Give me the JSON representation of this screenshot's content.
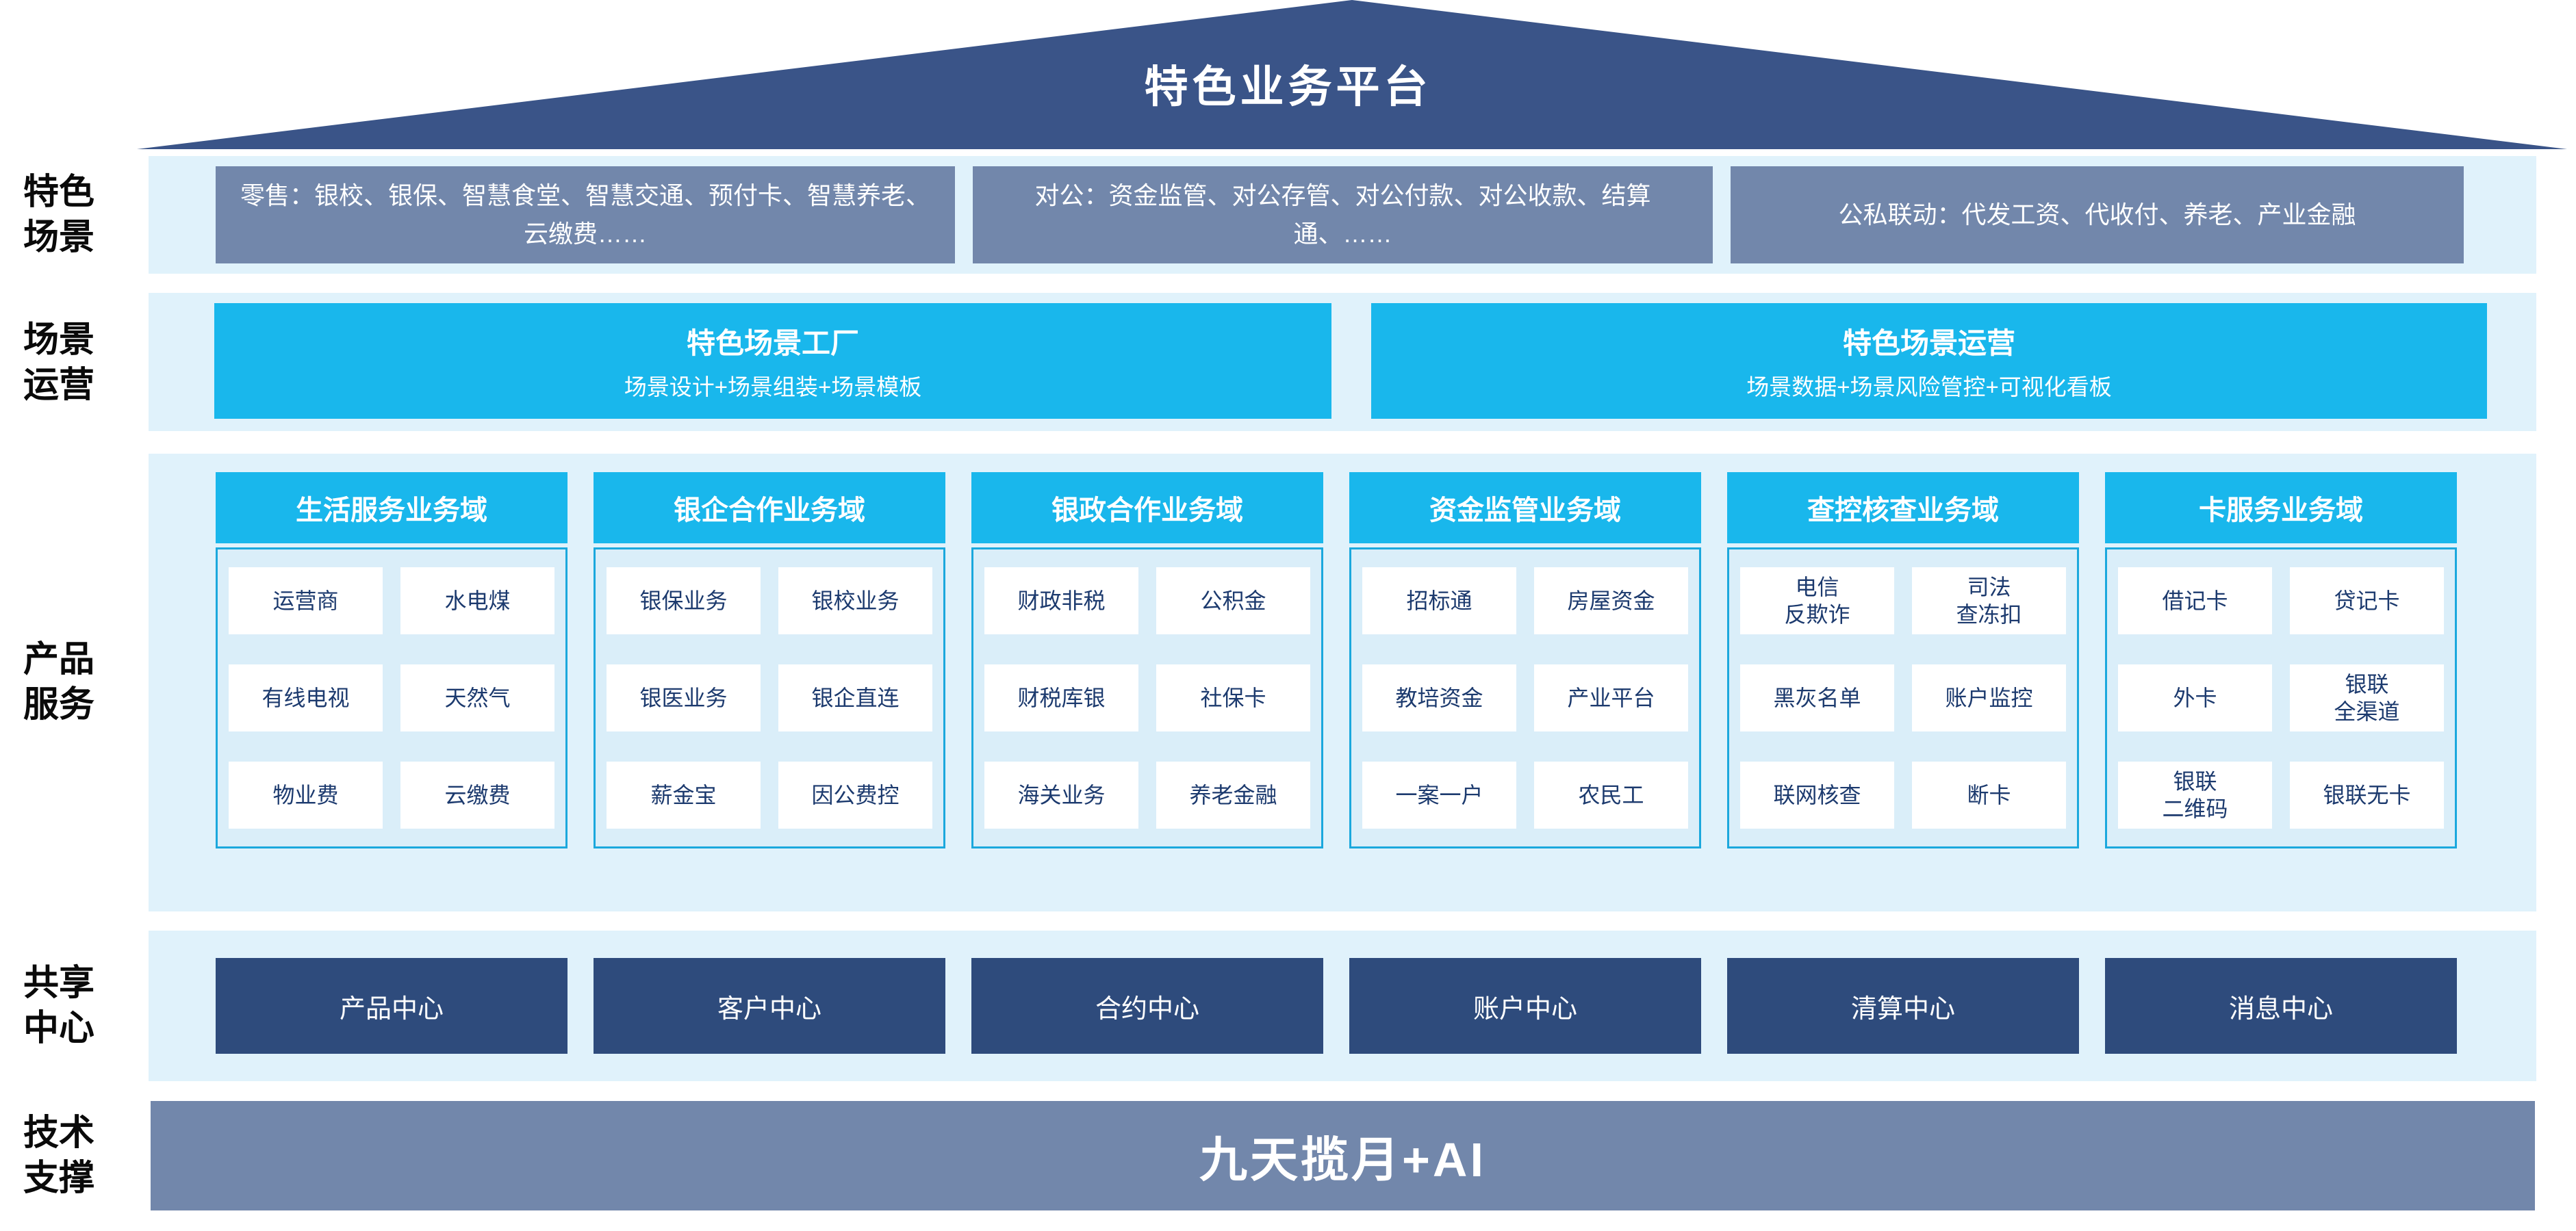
{
  "roof": {
    "title": "特色业务平台"
  },
  "side_labels": [
    {
      "line1": "特色",
      "line2": "场景"
    },
    {
      "line1": "场景",
      "line2": "运营"
    },
    {
      "line1": "产品",
      "line2": "服务"
    },
    {
      "line1": "共享",
      "line2": "中心"
    },
    {
      "line1": "技术",
      "line2": "支撑"
    }
  ],
  "scenarios": {
    "items": [
      "零售：银校、银保、智慧食堂、智慧交通、预付卡、智慧养老、云缴费……",
      "对公：资金监管、对公存管、对公付款、对公收款、结算通、……",
      "公私联动：代发工资、代收付、养老、产业金融"
    ]
  },
  "operations": {
    "boxes": [
      {
        "title": "特色场景工厂",
        "subtitle": "场景设计+场景组装+场景模板"
      },
      {
        "title": "特色场景运营",
        "subtitle": "场景数据+场景风险管控+可视化看板"
      }
    ]
  },
  "products": {
    "columns": [
      {
        "header": "生活服务业务域",
        "cells": [
          "运营商",
          "水电煤",
          "有线电视",
          "天然气",
          "物业费",
          "云缴费"
        ]
      },
      {
        "header": "银企合作业务域",
        "cells": [
          "银保业务",
          "银校业务",
          "银医业务",
          "银企直连",
          "薪金宝",
          "因公费控"
        ]
      },
      {
        "header": "银政合作业务域",
        "cells": [
          "财政非税",
          "公积金",
          "财税库银",
          "社保卡",
          "海关业务",
          "养老金融"
        ]
      },
      {
        "header": "资金监管业务域",
        "cells": [
          "招标通",
          "房屋资金",
          "教培资金",
          "产业平台",
          "一案一户",
          "农民工"
        ]
      },
      {
        "header": "查控核查业务域",
        "cells": [
          "电信\n反欺诈",
          "司法\n查冻扣",
          "黑灰名单",
          "账户监控",
          "联网核查",
          "断卡"
        ]
      },
      {
        "header": "卡服务业务域",
        "cells": [
          "借记卡",
          "贷记卡",
          "外卡",
          "银联\n全渠道",
          "银联\n二维码",
          "银联无卡"
        ]
      }
    ]
  },
  "centers": {
    "items": [
      "产品中心",
      "客户中心",
      "合约中心",
      "账户中心",
      "清算中心",
      "消息中心"
    ]
  },
  "tech": {
    "label": "九天揽月+AI"
  },
  "colors": {
    "roof_navy": "#3A5488",
    "center_navy": "#2E4B7C",
    "steel_blue": "#7287AB",
    "cyan": "#19B7EC",
    "cyan_border": "#1BA8DD",
    "band_bg": "#E0F2FB",
    "panel_bg": "#DAEEF9",
    "cell_text": "#1C3A6E"
  }
}
